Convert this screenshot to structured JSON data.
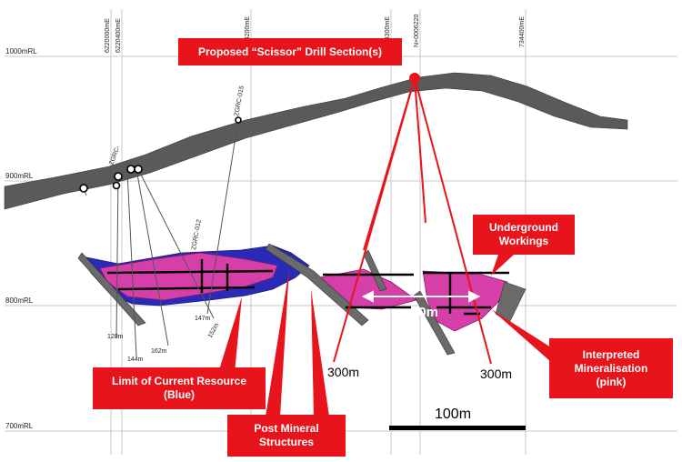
{
  "elevation_labels": [
    "1000mRL",
    "900mRL",
    "800mRL",
    "700mRL"
  ],
  "easting_labels": [
    "6220000mE",
    "6220400mE",
    "734200mE",
    "734300mE",
    "N+0006220",
    "734400mE"
  ],
  "drillholes": [
    "ZGRC-015",
    "ZGRC-012",
    "ZGRC-"
  ],
  "depth_labels": [
    "120m",
    "144m",
    "162m",
    "147m",
    "152m"
  ],
  "callouts": {
    "scissor": "Proposed “Scissor” Drill Section(s)",
    "underground": "Underground\nWorkings",
    "mineralisation": "Interpreted\nMineralisation\n(pink)",
    "resource": "Limit of Current Resource\n(Blue)",
    "structures": "Post Mineral\nStructures"
  },
  "proposed_depths": [
    "300m",
    "300m"
  ],
  "width_label": "80m",
  "scale_bar_label": "100m",
  "colors": {
    "callout": "#e8141c",
    "resource": "#2a2ab8",
    "mineralisation": "#d63fa8",
    "topography": "#555555"
  }
}
